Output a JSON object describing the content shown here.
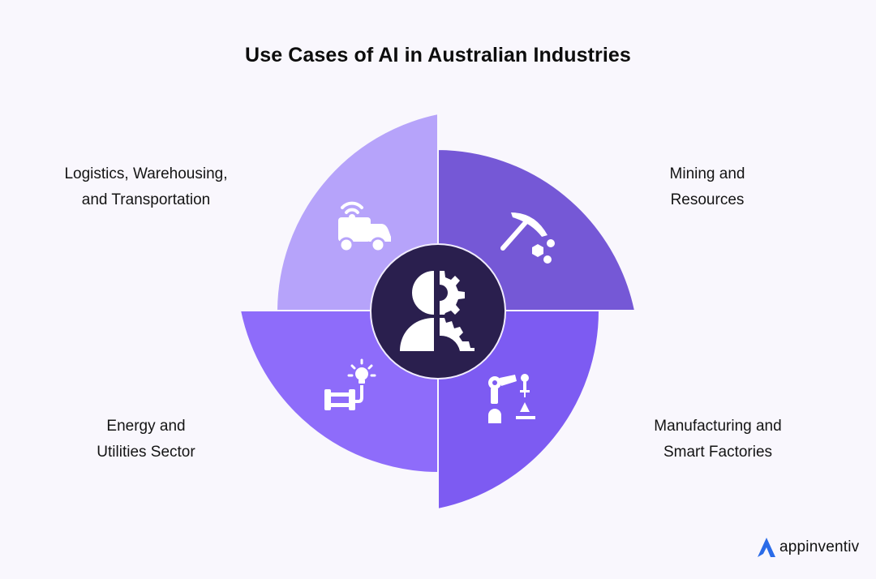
{
  "title": "Use Cases of AI in Australian Industries",
  "segments": [
    {
      "id": "tl",
      "lines": [
        "Logistics, Warehousing,",
        "and Transportation"
      ],
      "icon": "delivery-truck-wifi-icon",
      "color": "#b6a3fa"
    },
    {
      "id": "tr",
      "lines": [
        "Mining and",
        "Resources"
      ],
      "icon": "pickaxe-ore-icon",
      "color": "#7558d6"
    },
    {
      "id": "bl",
      "lines": [
        "Energy and",
        "Utilities Sector"
      ],
      "icon": "lightbulb-pipe-icon",
      "color": "#8e6cfa"
    },
    {
      "id": "br",
      "lines": [
        "Manufacturing and",
        "Smart Factories"
      ],
      "icon": "robotic-arm-icon",
      "color": "#7d5bf2"
    }
  ],
  "center": {
    "icon": "human-gear-ai-icon",
    "color": "#2a1f4e"
  },
  "colors": {
    "background": "#f9f7fd",
    "accent": "#2a6be8"
  },
  "logo": {
    "text": "appinventiv"
  }
}
